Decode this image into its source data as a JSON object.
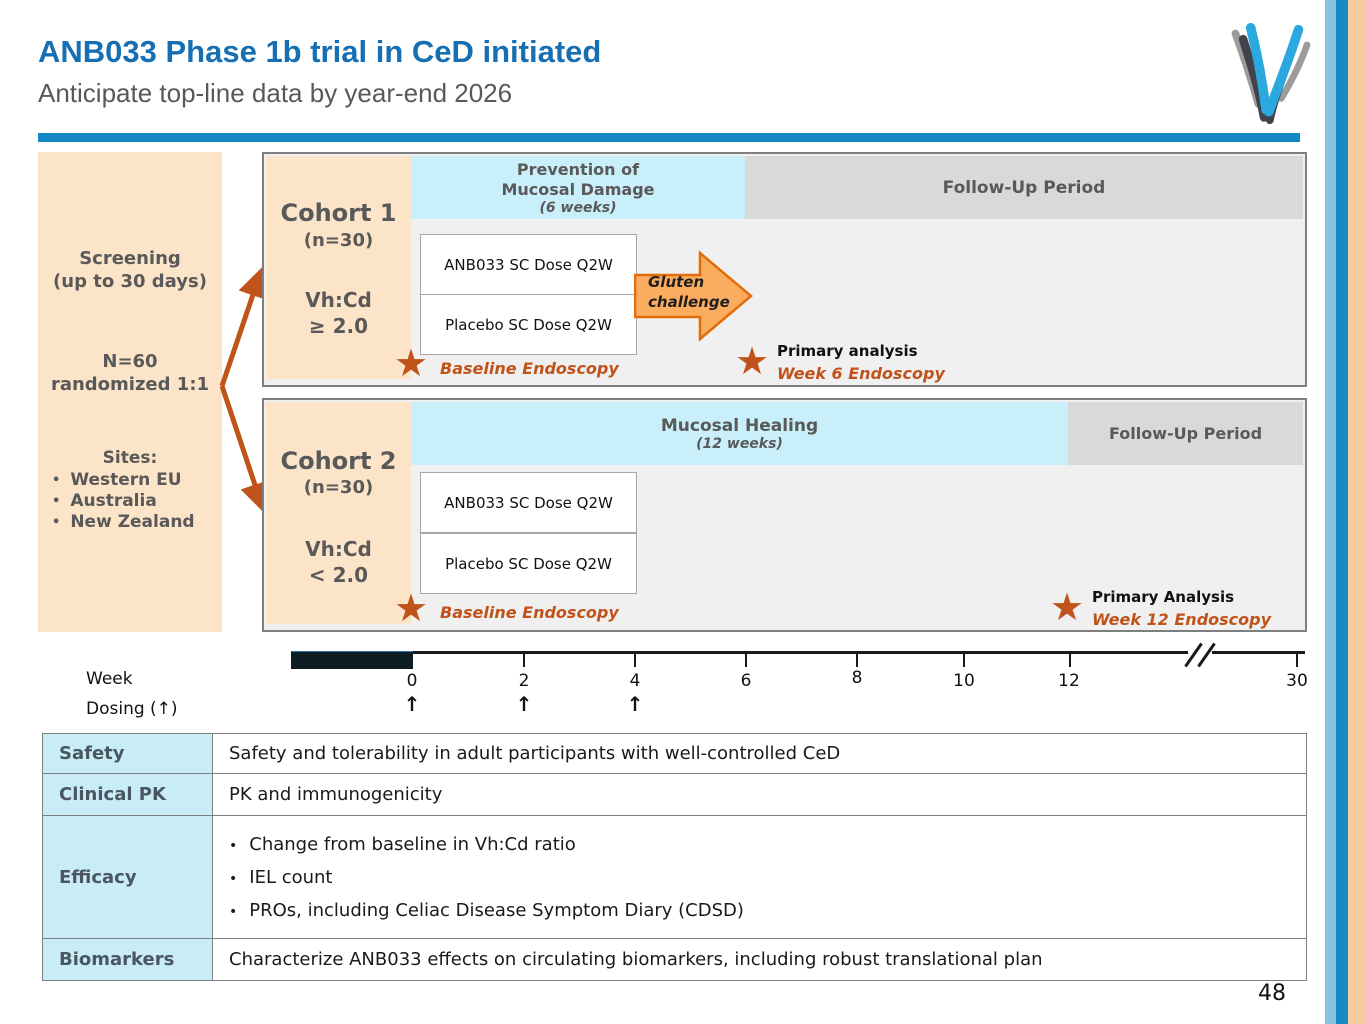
{
  "slide": {
    "title": "ANB033 Phase 1b trial in CeD initiated",
    "subtitle": "Anticipate top-line data by year-end 2026",
    "page_number": "48"
  },
  "glyphs": {
    "bullet": "•",
    "star": "★",
    "up_arrow": "↑"
  },
  "colors": {
    "title_blue": "#166FB3",
    "divider_blue": "#1389C6",
    "peach": "#FCE4C8",
    "phase_blue": "#C8EFFA",
    "followup_gray": "#D9D9D9",
    "accent_orange": "#C0531A",
    "gluten_arrow_fill": "#FAAD5E",
    "gluten_arrow_border": "#E36C0A"
  },
  "screening": {
    "line1": "Screening",
    "line2": "(up to 30 days)",
    "n_line1": "N=60",
    "n_line2": "randomized 1:1",
    "sites_label": "Sites:",
    "sites": [
      "Western EU",
      "Australia",
      "New Zealand"
    ]
  },
  "cohort1": {
    "name": "Cohort 1",
    "n": "(n=30)",
    "criteria_line1": "Vh:Cd",
    "criteria_line2": "≥ 2.0",
    "phase_line1": "Prevention of",
    "phase_line2": "Mucosal Damage",
    "phase_duration": "(6 weeks)",
    "followup": "Follow-Up Period",
    "arm1": "ANB033 SC Dose Q2W",
    "arm2": "Placebo SC Dose Q2W",
    "gluten_line1": "Gluten",
    "gluten_line2": "challenge",
    "baseline_endoscopy": "Baseline Endoscopy",
    "primary_label": "Primary analysis",
    "primary_detail": "Week 6 Endoscopy"
  },
  "cohort2": {
    "name": "Cohort 2",
    "n": "(n=30)",
    "criteria_line1": "Vh:Cd",
    "criteria_line2": "< 2.0",
    "phase_line1": "Mucosal Healing",
    "phase_duration": "(12 weeks)",
    "followup": "Follow-Up Period",
    "arm1": "ANB033 SC Dose Q2W",
    "arm2": "Placebo SC Dose Q2W",
    "baseline_endoscopy": "Baseline Endoscopy",
    "primary_label": "Primary Analysis",
    "primary_detail": "Week 12 Endoscopy"
  },
  "timeline": {
    "week_label": "Week",
    "dosing_label": "Dosing (↑)",
    "ticks": [
      "0",
      "2",
      "4",
      "6",
      "8",
      "10",
      "12",
      "30"
    ]
  },
  "objectives": {
    "rows": [
      {
        "label": "Safety",
        "content": "Safety and tolerability in adult participants with well-controlled CeD"
      },
      {
        "label": "Clinical PK",
        "content": "PK and immunogenicity"
      },
      {
        "label": "Efficacy",
        "bullets": [
          "Change from baseline in Vh:Cd ratio",
          "IEL count",
          "PROs, including Celiac Disease Symptom Diary (CDSD)"
        ]
      },
      {
        "label": "Biomarkers",
        "content": "Characterize ANB033 effects on circulating biomarkers, including robust translational plan"
      }
    ]
  }
}
